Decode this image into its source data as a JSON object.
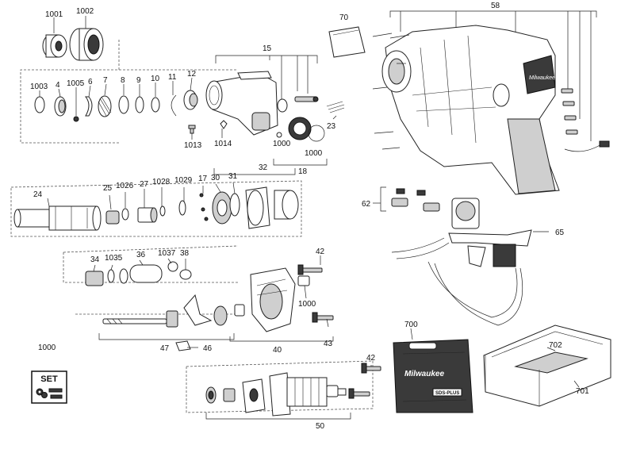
{
  "labels": {
    "l1001": "1001",
    "l1002": "1002",
    "l70": "70",
    "l58": "58",
    "l15": "15",
    "l1003": "1003",
    "l4": "4",
    "l1005": "1005",
    "l6": "6",
    "l7": "7",
    "l8": "8",
    "l9": "9",
    "l10": "10",
    "l11": "11",
    "l12": "12",
    "l23": "23",
    "l1013": "1013",
    "l1014": "1014",
    "l1000a": "1000",
    "l1000b": "1000",
    "l18": "18",
    "l24": "24",
    "l25": "25",
    "l1026": "1026",
    "l27": "27",
    "l1028": "1028",
    "l1029": "1029",
    "l17": "17",
    "l30": "30",
    "l31": "31",
    "l32": "32",
    "l62": "62",
    "l65": "65",
    "l34": "34",
    "l1035": "1035",
    "l36": "36",
    "l1037": "1037",
    "l38": "38",
    "l42a": "42",
    "l1000c": "1000",
    "l47": "47",
    "l46": "46",
    "l40": "40",
    "l43": "43",
    "l1000d": "1000",
    "l42b": "42",
    "l50": "50",
    "l700": "700",
    "l702": "702",
    "l701": "701"
  },
  "set_badge": {
    "text": "SET"
  },
  "case_brand": {
    "text": "Milwaukee",
    "plate": "SDS-PLUS"
  }
}
